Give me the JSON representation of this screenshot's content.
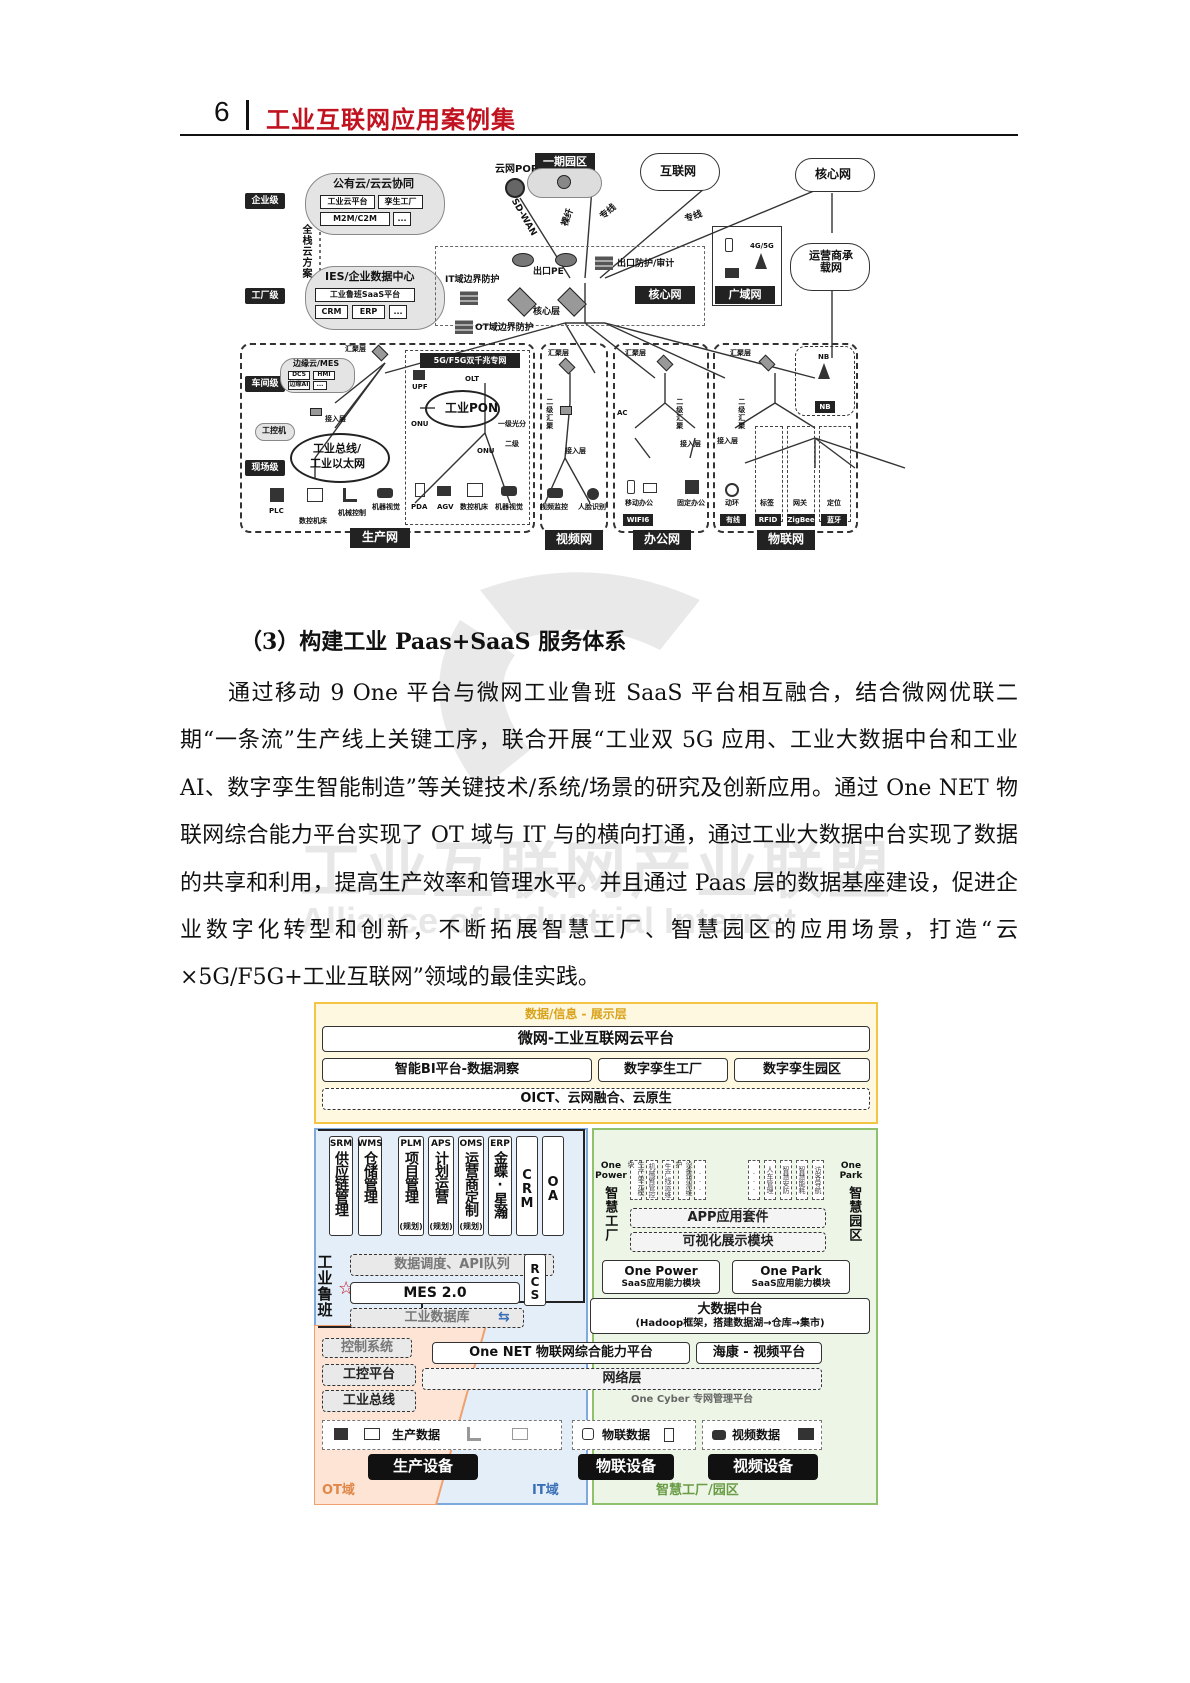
{
  "header": {
    "page_number": "6",
    "title": "工业互联网应用案例集"
  },
  "network_diagram": {
    "cloud_public": {
      "title": "公有云/云云协同",
      "items": [
        "工业云平台",
        "孪生工厂",
        "M2M/C2M",
        "..."
      ]
    },
    "cloud_ies": {
      "title": "IES/企业数据中心",
      "items": [
        "工业鲁班SaaS平台",
        "CRM",
        "ERP",
        "..."
      ]
    },
    "levels": [
      "企业级",
      "工厂级",
      "车间级",
      "现场级"
    ],
    "full_stack_label": "全栈云方案",
    "nodes": {
      "cloud_pop": "云网POP",
      "phase1": "一期园区",
      "internet": "互联网",
      "core_net": "核心网",
      "carrier": "运营商承载网",
      "exit_pe": "出口PE",
      "exit_fw": "出口防护/审计",
      "it_fw": "IT域边界防护",
      "ot_fw": "OT域边界防护",
      "core_layer": "核心层",
      "core_net_box": "核心网",
      "wan_box": "广域网",
      "sdwan": "SD-WAN",
      "bare_fiber": "裸纤",
      "line1": "专线",
      "line2": "专线",
      "sg": "4G/5G"
    },
    "edge_cloud": {
      "title": "边缘云/MES",
      "items": [
        "DCS",
        "HMI",
        "边缘AI",
        "..."
      ]
    },
    "fg_net": "5G/F5G双千兆专网",
    "agg": "汇聚层",
    "access": "接入层",
    "olt": "OLT",
    "upf": "UPF",
    "onu": "ONU",
    "pon": "工业PON",
    "splitter": "一级光分",
    "l2": "二级",
    "ind_ctrl": "工控机",
    "bus_ring": [
      "工业总线/",
      "工业以太网"
    ],
    "prod_devices": [
      "PLC",
      "数控机床",
      "机械控制",
      "机器视觉",
      "PDA",
      "AGV",
      "数控机床",
      "机器视觉"
    ],
    "video_devices": [
      "视频监控",
      "人脸识别"
    ],
    "office_devices": [
      "移动办公",
      "固定办公",
      "AC"
    ],
    "iot_devices": [
      "动环",
      "标签",
      "网关",
      "定位"
    ],
    "nb": "NB",
    "second_agg": "二级汇聚",
    "zones": [
      "生产网",
      "视频网",
      "办公网",
      "物联网"
    ],
    "wifi": "WIFI6",
    "iot_tags": [
      "有线",
      "RFID",
      "ZigBee",
      "蓝牙"
    ]
  },
  "section": {
    "heading": "（3）构建工业 Paas+SaaS 服务体系"
  },
  "paragraph": "通过移动 9 One 平台与微网工业鲁班 SaaS 平台相互融合，结合微网优联二期“一条流”生产线上关键工序，联合开展“工业双 5G 应用、工业大数据中台和工业 AI、数字孪生智能制造”等关键技术/系统/场景的研究及创新应用。通过 One NET 物联网综合能力平台实现了 OT 域与 IT 与的横向打通，通过工业大数据中台实现了数据的共享和利用，提高生产效率和管理水平。并且通过 Paas 层的数据基座建设，促进企业数字化转型和创新，不断拓展智慧工厂、智慧园区的应用场景，打造“云×5G/F5G+工业互联网”领域的最佳实践。",
  "watermark": {
    "cn": "工业互联网产业联盟",
    "en": "Alliance of Industrial Internet"
  },
  "architecture": {
    "top_layer": "数据/信息 - 展示层",
    "cloud_platform": "微网-工业互联网云平台",
    "bi": "智能BI平台-数据洞察",
    "dt_factory": "数字孪生工厂",
    "dt_park": "数字孪生园区",
    "oict": "OICT、云网融合、云原生",
    "apps": [
      {
        "top": "SRM",
        "main": "供应链管理",
        "sub": ""
      },
      {
        "top": "WMS",
        "main": "仓储管理",
        "sub": ""
      },
      {
        "top": "PLM",
        "main": "项目管理",
        "sub": "(规划)"
      },
      {
        "top": "APS",
        "main": "计划运营",
        "sub": "(规划)"
      },
      {
        "top": "OMS",
        "main": "运营商定制",
        "sub": "(规划)"
      },
      {
        "top": "ERP",
        "main": "金蝶·星瀚",
        "sub": ""
      },
      {
        "top": "",
        "main": "CRM",
        "sub": ""
      },
      {
        "top": "",
        "main": "OA",
        "sub": ""
      }
    ],
    "luban": "工业鲁班",
    "data_api": "数据调度、API队列",
    "rcs": "RCS",
    "mes": "MES 2.0",
    "ind_db": "工业数据库",
    "control_sys": "控制系统",
    "ipc_platform": "工控平台",
    "field_bus": "工业总线",
    "prod_data": "生产数据",
    "prod_equip": "生产设备",
    "ot_domain": "OT域",
    "it_domain": "IT域",
    "onenet": "One NET 物联网综合能力平台",
    "hik": "海康 - 视频平台",
    "network_layer": "网络层",
    "one_cyber": "One Cyber 专网管理平台",
    "iot_data": "物联数据",
    "video_data": "视频数据",
    "iot_equip": "物联设备",
    "video_equip": "视频设备",
    "smart_domain": "智慧工厂/园区",
    "one_power": {
      "title": "One Power",
      "main": "智慧工厂",
      "kit_items": [
        "生产单元模块",
        "机械臂管控",
        "生产线运维",
        "设备预测维护",
        "..."
      ]
    },
    "one_park": {
      "title": "One Park",
      "main": "智慧园区",
      "kit_items": [
        "...",
        "人车管理",
        "智慧安防",
        "智慧能耗",
        "访客导航"
      ]
    },
    "app_kit": "APP应用套件",
    "viz": "可视化展示模块",
    "op_saas": [
      "One Power",
      "SaaS应用能力模块"
    ],
    "pk_saas": [
      "One Park",
      "SaaS应用能力模块"
    ],
    "bigdata": [
      "大数据中台",
      "(Hadoop框架，搭建数据湖→仓库→集市)"
    ]
  }
}
